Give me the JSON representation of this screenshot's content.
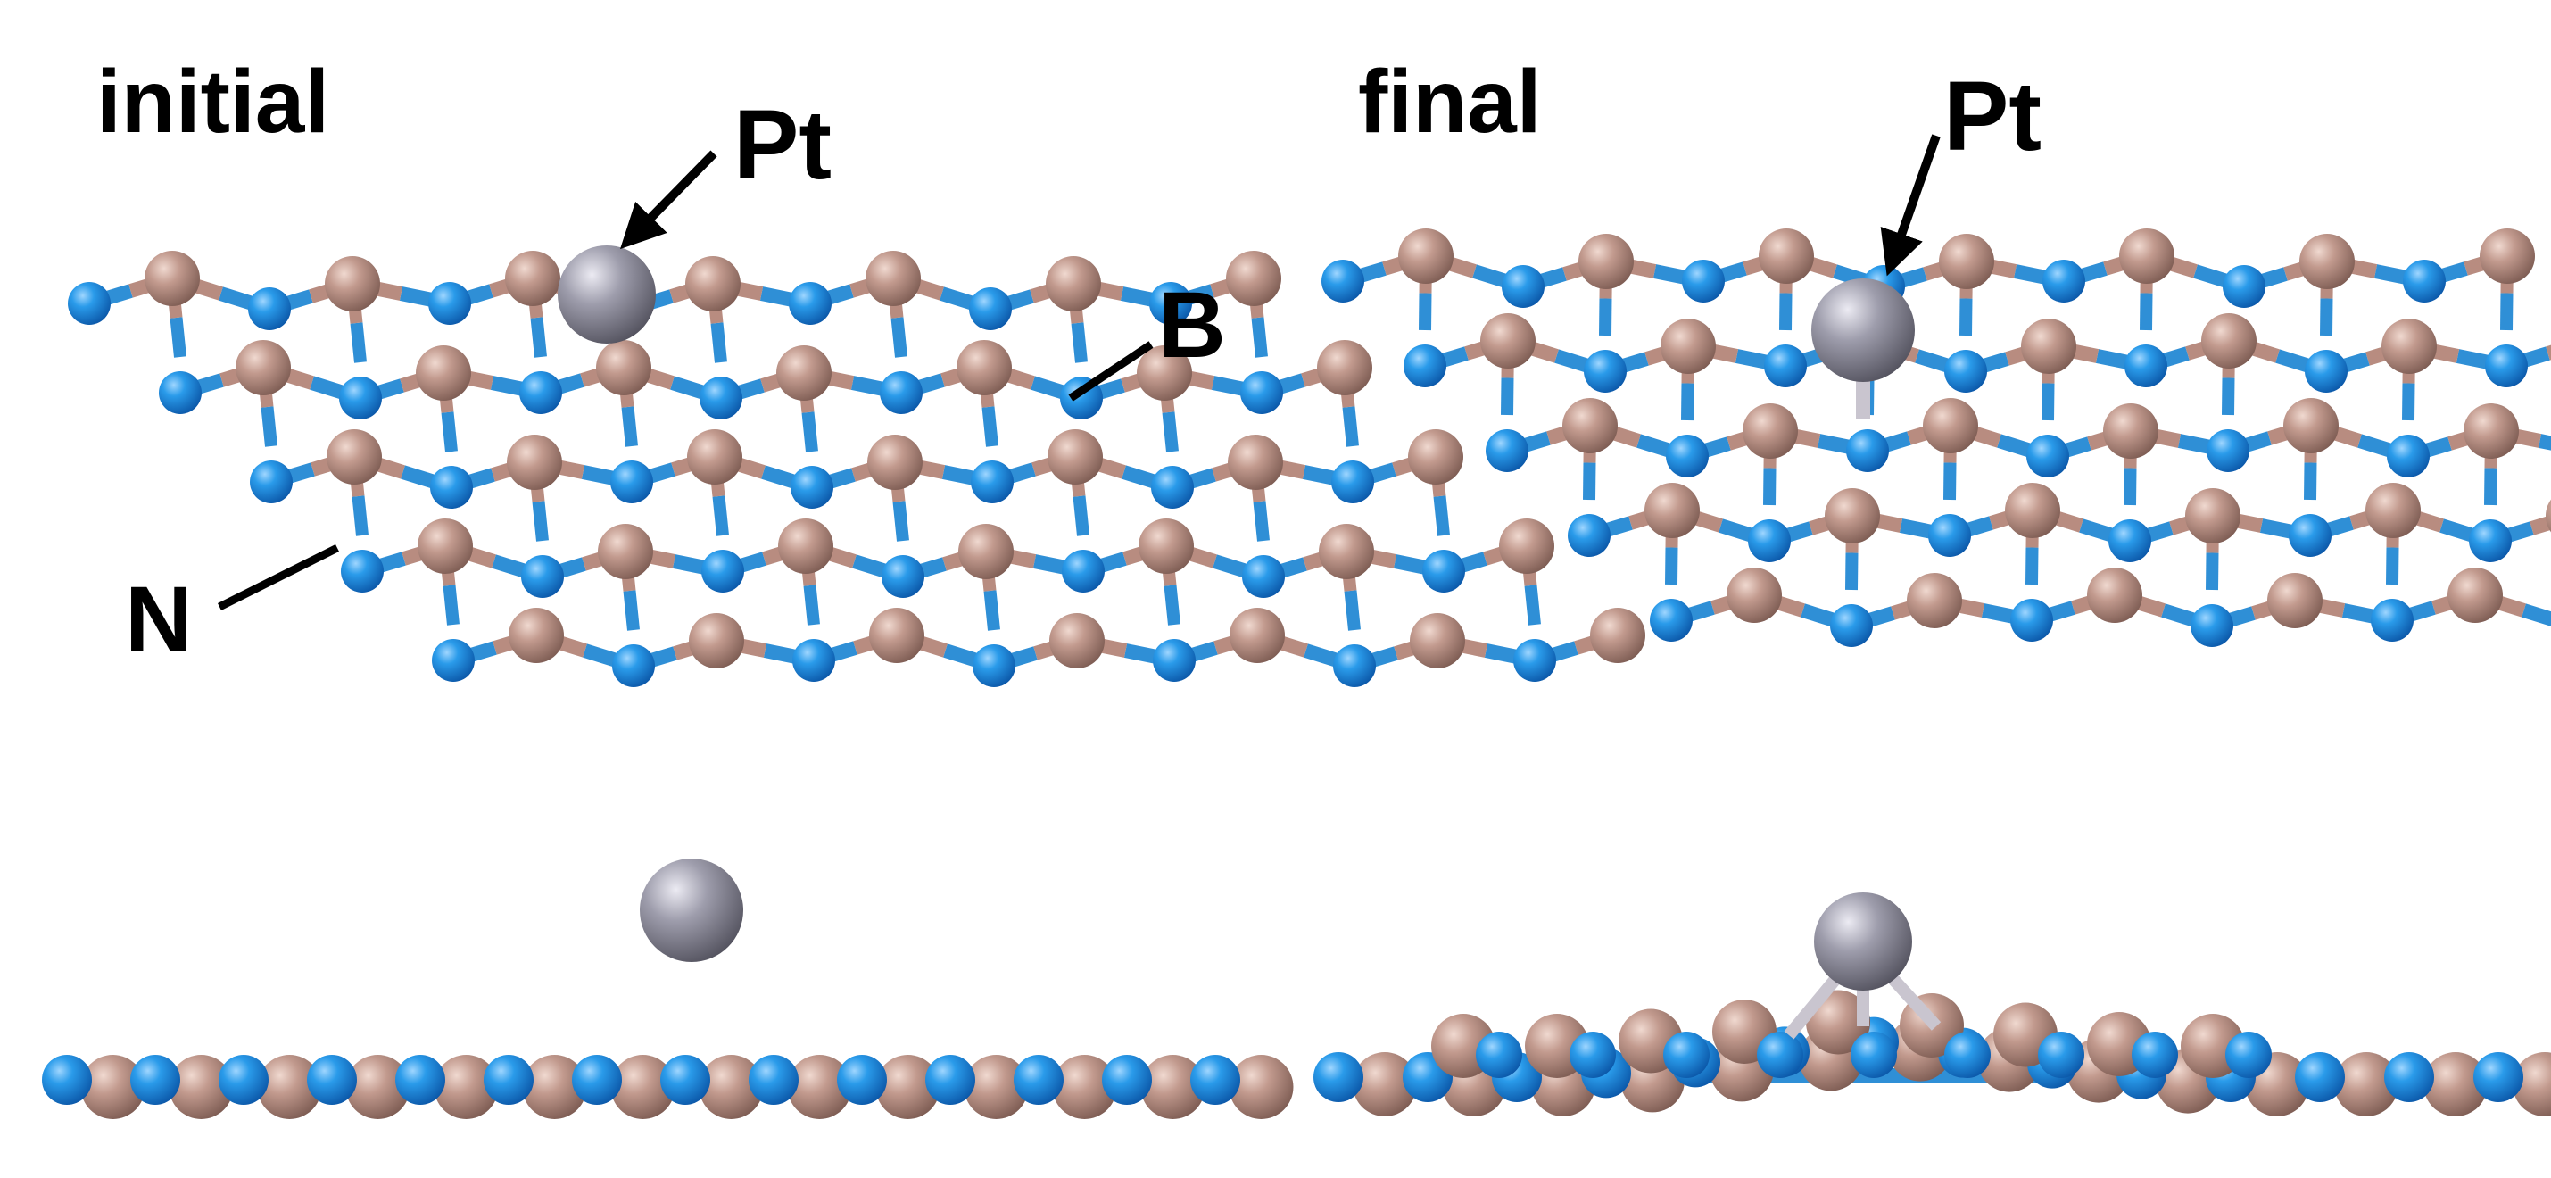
{
  "panels": {
    "initial": {
      "title": "initial"
    },
    "final": {
      "title": "final"
    }
  },
  "labels": {
    "pt_initial": "Pt",
    "pt_final": "Pt",
    "boron": "B",
    "nitrogen": "N"
  },
  "colors": {
    "background": "#ffffff",
    "nitrogen": "#1e90dc",
    "boron": "#b58a7e",
    "platinum": "#7a7a8c",
    "bond_nitrogen": "#2f8fd6",
    "bond_boron": "#b88c80",
    "bond_platinum": "#c9c5cf",
    "annotation": "#000000"
  },
  "atoms": {
    "nitrogen": "N",
    "boron": "B",
    "platinum": "Pt"
  }
}
